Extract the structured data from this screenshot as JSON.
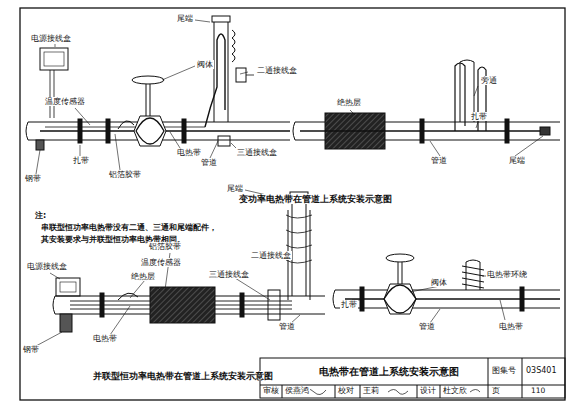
{
  "diagram": {
    "title": "电热带在管道上系统安装示意图",
    "labels": [
      "电源接线盒",
      "温度传感器",
      "阀体",
      "尾端",
      "二通接线盒",
      "扎带",
      "铝箔胶带",
      "电热带",
      "三通接线盒",
      "管道",
      "钢带",
      "绝热层",
      "旁通",
      "扎带",
      "管道",
      "尾端",
      "变功率电热带在管道上系统安装示意图",
      "注:",
      "串联型恒功率电热带没有二通、三通和尾端配件，",
      "其安装要求与并联型恒功率电热带相同。",
      "尾端",
      "铝箔胶带",
      "电源接线盒",
      "温度传感器",
      "绝热层",
      "三通接线盒",
      "二通接线盒",
      "管道",
      "钢带",
      "电热带",
      "阀体",
      "电热带环绕",
      "扎带",
      "管道",
      "电热带",
      "并联型恒功率电热带在管道上系统安装示意图",
      "图集号",
      "03S401",
      "审核",
      "侯燕鸿",
      "校对",
      "王莉",
      "设计",
      "杜文欣",
      "页",
      "110"
    ]
  }
}
